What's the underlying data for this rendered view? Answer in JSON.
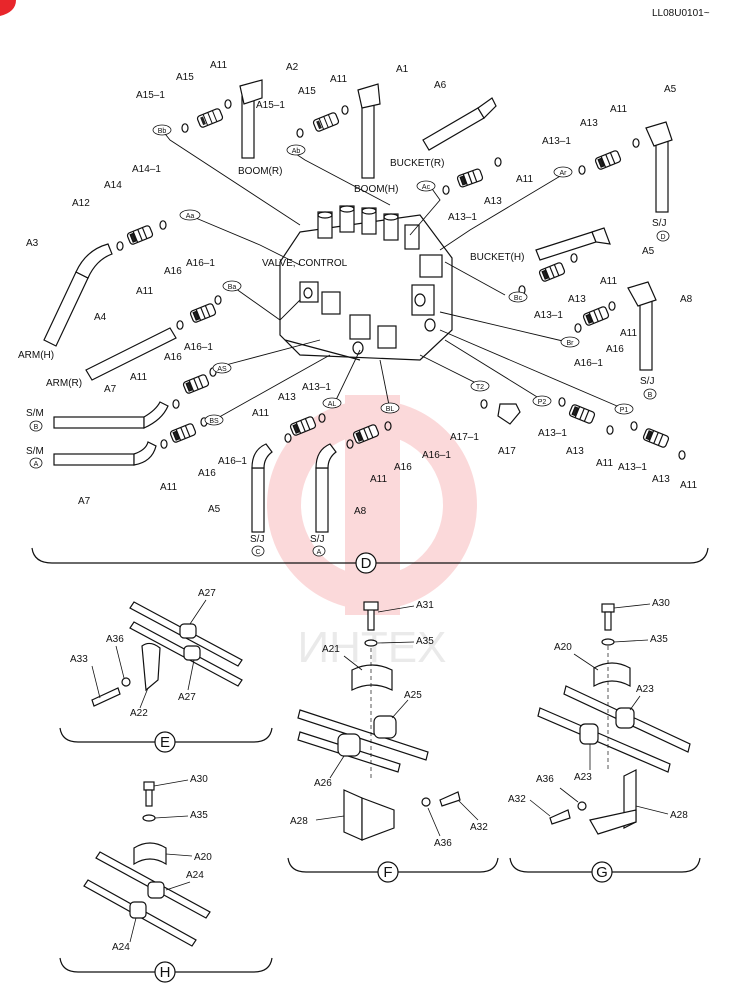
{
  "header": {
    "code": "LL08U0101~"
  },
  "watermark": {
    "text": "ИНТЕХ",
    "color": "#e8262b"
  },
  "colors": {
    "line": "#1a1a1a",
    "accent": "#e8262b"
  },
  "labels": {
    "A2": "A2",
    "A1": "A1",
    "A11_a": "A11",
    "A11_b": "A11",
    "A15_a": "A15",
    "A15_b": "A15",
    "A15_1a": "A15–1",
    "A15_1b": "A15–1",
    "Bb": "Bb",
    "Ab": "Ab",
    "boom_r": "BOOM(R)",
    "boom_h": "BOOM(H)",
    "A6": "A6",
    "A5_top": "A5",
    "A11_c": "A11",
    "A13_a": "A13",
    "A13_1a": "A13–1",
    "Ac": "Ac",
    "Ar": "Ar",
    "bucket_r": "BUCKET(R)",
    "A11_d": "A11",
    "A13_b": "A13",
    "A13_1b": "A13–1",
    "SJ_D": "S/J",
    "D_circ": "D",
    "A14_1": "A14–1",
    "A14": "A14",
    "A12": "A12",
    "A3": "A3",
    "Aa": "Aa",
    "valve": "VALVE, CONTROL",
    "A16_1a": "A16–1",
    "A16_a": "A16",
    "A11_e": "A11",
    "Ba": "Ba",
    "A4": "A4",
    "arm_h": "ARM(H)",
    "arm_r": "ARM(R)",
    "bucket_h": "BUCKET(H)",
    "A5_r": "A5",
    "A11_f": "A11",
    "A13_c": "A13",
    "A13_1c": "A13–1",
    "Bc": "Bc",
    "A8_r": "A8",
    "A11_g": "A11",
    "A16_b": "A16",
    "A16_1b": "A16–1",
    "Br": "Br",
    "SJ_B": "S/J",
    "B_circ": "B",
    "A16_1c": "A16–1",
    "A16_c": "A16",
    "A11_h": "A11",
    "AS": "AS",
    "A7_a": "A7",
    "SM_B": "S/M",
    "SM_B_c": "B",
    "A11_i": "A11",
    "A13_d": "A13",
    "A13_1d": "A13–1",
    "AL": "AL",
    "BS": "BS",
    "BL": "BL",
    "SM_A": "S/M",
    "SM_A_c": "A",
    "A16_d": "A16",
    "A16_1d": "A16–1",
    "A11_j": "A11",
    "A7_b": "A7",
    "A16_e": "A16",
    "A16_1e": "A16–1",
    "A11_k": "A11",
    "A5_b": "A5",
    "A8_b": "A8",
    "SJ_C": "S/J",
    "C_circ": "C",
    "SJ_A": "S/J",
    "A_circ": "A",
    "T2": "T2",
    "A17_1": "A17–1",
    "A17": "A17",
    "P2": "P2",
    "P1": "P1",
    "A13_1e": "A13–1",
    "A13_e": "A13",
    "A11_l": "A11",
    "A13_1f": "A13–1",
    "A13_f": "A13",
    "A11_m": "A11",
    "sec_D": "D",
    "A27_a": "A27",
    "A36_a": "A36",
    "A33": "A33",
    "A22": "A22",
    "A27_b": "A27",
    "sec_E": "E",
    "A31": "A31",
    "A35_a": "A35",
    "A21": "A21",
    "A25": "A25",
    "A26": "A26",
    "A28_a": "A28",
    "A36_b": "A36",
    "A32_a": "A32",
    "sec_F": "F",
    "A30_a": "A30",
    "A35_b": "A35",
    "A20_a": "A20",
    "A23_a": "A23",
    "A23_b": "A23",
    "A36_c": "A36",
    "A32_b": "A32",
    "A28_b": "A28",
    "sec_G": "G",
    "A30_b": "A30",
    "A35_c": "A35",
    "A20_b": "A20",
    "A24_a": "A24",
    "A24_b": "A24",
    "sec_H": "H"
  }
}
